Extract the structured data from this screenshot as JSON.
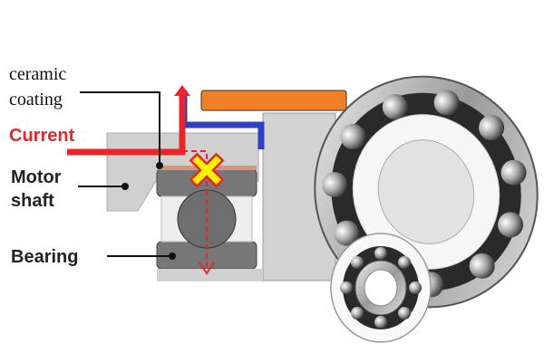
{
  "labels": {
    "ceramic_line1": "ceramic",
    "ceramic_line2": "coating",
    "current": "Current",
    "motor_line1": "Motor",
    "motor_line2": "shaft",
    "bearing": "Bearing"
  },
  "colors": {
    "current": "#e8262a",
    "coating": "#d9967a",
    "cross_fill": "#fff200",
    "cross_stroke": "#e8262a",
    "blue_path": "#2d3fc4",
    "orange_part": "#f07f23",
    "shaft": "#cfcfcf",
    "bearing_ring": "#7a7a7a"
  },
  "icons": [
    "blocked-current-cross-icon",
    "current-arrow-icon"
  ]
}
